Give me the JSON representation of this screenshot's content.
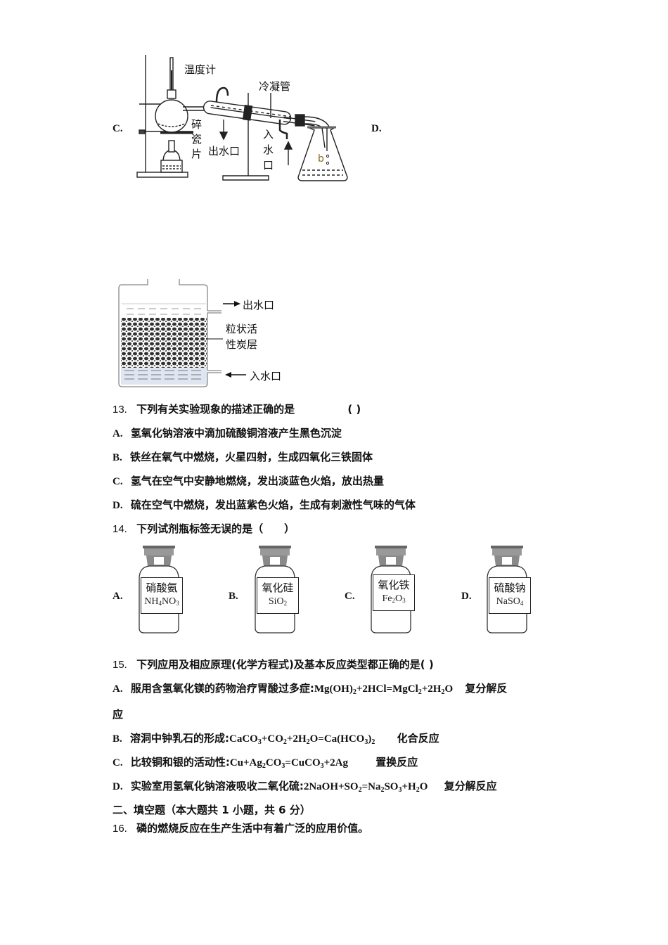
{
  "distillation_figure": {
    "option_left": "C.",
    "option_right": "D.",
    "labels": {
      "thermometer": "温度计",
      "condenser": "冷凝管",
      "broken_porcelain": [
        "碎",
        "瓷",
        "片"
      ],
      "water_outlet": "出水口",
      "water_inlet": [
        "入",
        "水",
        "口"
      ],
      "flask_mark": "b"
    }
  },
  "filter_figure": {
    "labels": {
      "water_outlet": "出水口",
      "carbon_layer": [
        "粒状活",
        "性炭层"
      ],
      "water_inlet": "入水口"
    }
  },
  "q13": {
    "number": "13.",
    "stem": "下列有关实验现象的描述正确的是",
    "blank": "(    )",
    "options": [
      {
        "letter": "A.",
        "text": "氢氧化钠溶液中滴加硫酸铜溶液产生黑色沉淀"
      },
      {
        "letter": "B.",
        "text": "铁丝在氧气中燃烧，火星四射，生成四氧化三铁固体"
      },
      {
        "letter": "C.",
        "text": "氢气在空气中安静地燃烧，发出淡蓝色火焰，放出热量"
      },
      {
        "letter": "D.",
        "text": "硫在空气中燃烧，发出蓝紫色火焰，生成有刺激性气味的气体"
      }
    ]
  },
  "q14": {
    "number": "14.",
    "stem": "下列试剂瓶标签无误的是（　　）",
    "bottles": [
      {
        "letter": "A.",
        "name": "硝酸氨",
        "formula_parts": [
          "NH",
          "4",
          "NO",
          "3"
        ]
      },
      {
        "letter": "B.",
        "name": "氧化硅",
        "formula_parts": [
          "SiO",
          "2"
        ]
      },
      {
        "letter": "C.",
        "name": "氧化铁",
        "formula_parts": [
          "Fe",
          "2",
          "O",
          "3"
        ]
      },
      {
        "letter": "D.",
        "name": "硫酸钠",
        "formula_parts": [
          "NaSO",
          "4"
        ]
      }
    ]
  },
  "q15": {
    "number": "15.",
    "stem": "下列应用及相应原理(化学方程式)及基本反应类型都正确的是(  )",
    "options": [
      {
        "letter": "A.",
        "text": "服用含氢氧化镁的药物治疗胃酸过多症:",
        "equation": "Mg(OH)2+2HCl=MgCl2+2H2O",
        "type_line1": "复分解反",
        "type_line2": "应"
      },
      {
        "letter": "B.",
        "text": "溶洞中钟乳石的形成:",
        "equation": "CaCO3+CO2+2H2O=Ca(HCO3)2",
        "type": "化合反应"
      },
      {
        "letter": "C.",
        "text": "比较铜和银的活动性:",
        "equation": "Cu+Ag2CO3=CuCO3+2Ag",
        "type": "置换反应"
      },
      {
        "letter": "D.",
        "text": "实验室用氢氧化钠溶液吸收二氧化硫:",
        "equation": "2NaOH+SO2=Na2SO3+H2O",
        "type": "复分解反应"
      }
    ]
  },
  "section2": {
    "title": "二、填空题（本大题共 1 小题，共 6 分）"
  },
  "q16": {
    "number": "16.",
    "stem": "磷的燃烧反应在生产生活中有着广泛的应用价值。"
  }
}
